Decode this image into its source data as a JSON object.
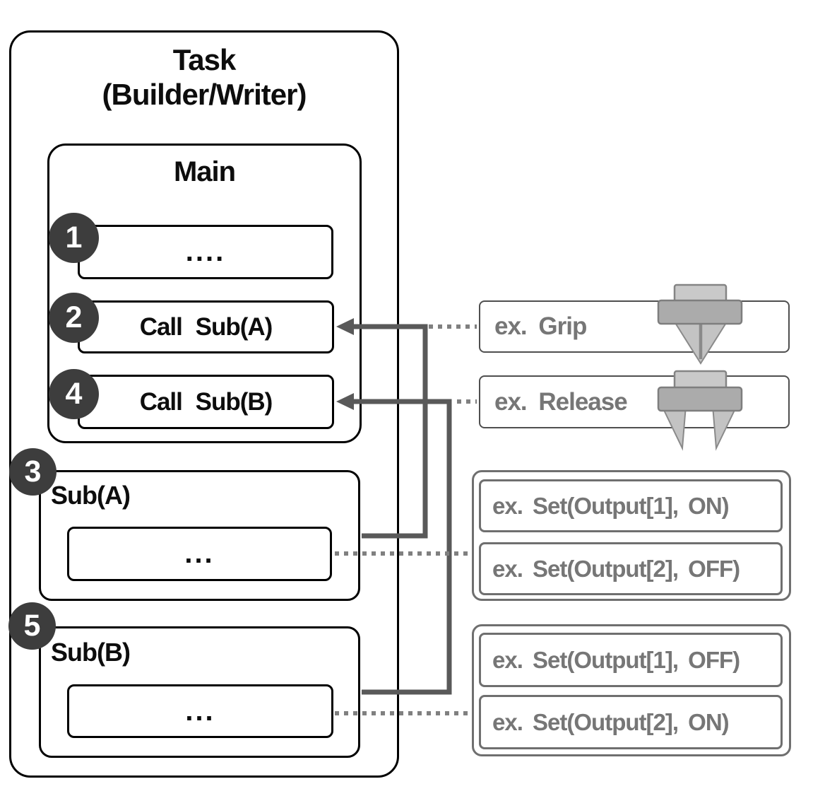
{
  "task": {
    "title_line1": "Task",
    "title_line2": "(Builder/Writer)",
    "main": {
      "title": "Main",
      "steps": [
        {
          "num": "1",
          "label": "...."
        },
        {
          "num": "2",
          "label": "Call Sub(A)"
        },
        {
          "num": "4",
          "label": "Call Sub(B)"
        }
      ]
    },
    "subs": [
      {
        "num": "3",
        "name": "Sub(A)",
        "body": "..."
      },
      {
        "num": "5",
        "name": "Sub(B)",
        "body": "..."
      }
    ]
  },
  "annotations": {
    "grip": {
      "label": "ex. Grip",
      "icon": "gripper-closed-icon"
    },
    "release": {
      "label": "ex. Release",
      "icon": "gripper-open-icon"
    },
    "sub_a_examples": {
      "items": [
        {
          "label": "ex. Set(Output[1], ON)"
        },
        {
          "label": "ex. Set(Output[2], OFF)"
        }
      ]
    },
    "sub_b_examples": {
      "items": [
        {
          "label": "ex. Set(Output[1], OFF)"
        },
        {
          "label": "ex. Set(Output[2], ON)"
        }
      ]
    }
  },
  "colors": {
    "box_border": "#000000",
    "circle_fill": "#3d3d3d",
    "arrow": "#595959",
    "dotted_line": "#808080",
    "annotation_text": "#767676",
    "annotation_border": "#6f6f6f",
    "gripper_light": "#c9c9c9",
    "gripper_mid": "#ababab",
    "gripper_finger": "#c3c3c3"
  }
}
